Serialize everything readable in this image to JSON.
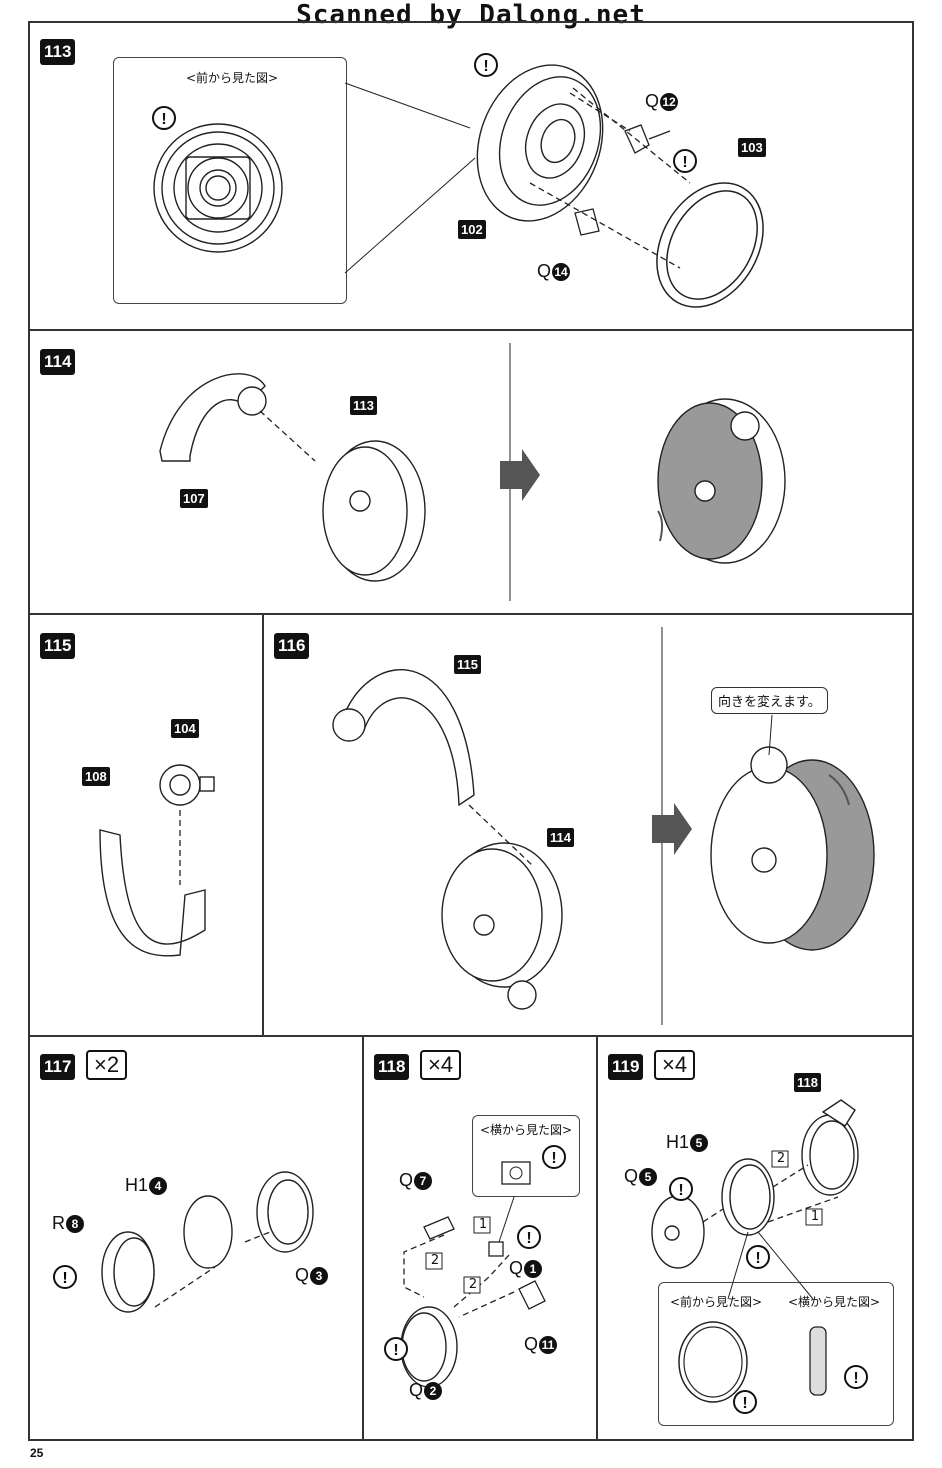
{
  "watermark": "Scanned by Dalong.net",
  "page_number": "25",
  "steps": {
    "s113": {
      "number": "113",
      "inset_title": "<前から見た図>",
      "parts": {
        "p102": "102",
        "p103": "103"
      },
      "labels": {
        "q12": "Q",
        "q12_num": "12",
        "q14": "Q",
        "q14_num": "14"
      }
    },
    "s114": {
      "number": "114",
      "parts": {
        "p113": "113",
        "p107": "107"
      }
    },
    "s115": {
      "number": "115",
      "parts": {
        "p104": "104",
        "p108": "108"
      }
    },
    "s116": {
      "number": "116",
      "parts": {
        "p115": "115",
        "p114": "114"
      },
      "note": "向きを変えます。"
    },
    "s117": {
      "number": "117",
      "multiplier": "×2",
      "labels": {
        "h1": "H1",
        "h1_num": "4",
        "r": "R",
        "r_num": "8",
        "q": "Q",
        "q_num": "3"
      }
    },
    "s118": {
      "number": "118",
      "multiplier": "×4",
      "inset_title": "<横から見た図>",
      "labels": {
        "q7": "Q",
        "q7_num": "7",
        "q1": "Q",
        "q1_num": "1",
        "q11": "Q",
        "q11_num": "11",
        "q2": "Q",
        "q2_num": "2"
      },
      "sequence": {
        "a": "1",
        "b": "2",
        "c": "2"
      }
    },
    "s119": {
      "number": "119",
      "multiplier": "×4",
      "parts": {
        "p118": "118"
      },
      "labels": {
        "h1": "H1",
        "h1_num": "5",
        "q": "Q",
        "q_num": "5"
      },
      "sequence": {
        "a": "2",
        "b": "1"
      },
      "inset_front": "<前から見た図>",
      "inset_side": "<横から見た図>"
    }
  }
}
